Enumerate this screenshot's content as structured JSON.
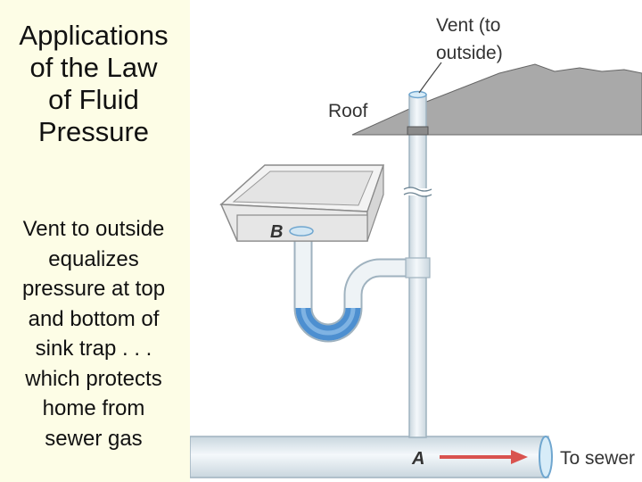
{
  "slide": {
    "title_lines": [
      "Applications",
      "of the Law",
      "of Fluid",
      "Pressure"
    ],
    "body_lines": [
      "Vent to outside",
      "equalizes",
      "pressure at top",
      "and bottom of",
      "sink trap . . .",
      "which protects",
      "home from",
      "sewer gas"
    ]
  },
  "diagram": {
    "labels": {
      "vent_line1": "Vent (to",
      "vent_line2": "outside)",
      "roof": "Roof",
      "point_b": "B",
      "point_a": "A",
      "sewer": "To sewer"
    },
    "colors": {
      "background_panel": "#fdfde6",
      "roof": "#a9a9a9",
      "pipe": "#eaf1f5",
      "water": "#4d8fd0",
      "flow_arrow": "#d9534f"
    }
  }
}
